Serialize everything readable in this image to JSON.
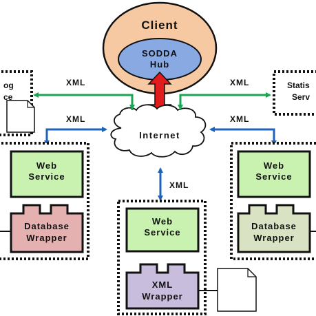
{
  "client": {
    "title": "Client",
    "hub_line1": "SODDA",
    "hub_line2": "Hub"
  },
  "internet": {
    "label": "Internet"
  },
  "xml_labels": {
    "top_left": "XML",
    "top_right": "XML",
    "mid_left": "XML",
    "mid_right": "XML",
    "bottom": "XML"
  },
  "top_left_box": {
    "line1": "og",
    "line2": "ce"
  },
  "top_right_box": {
    "line1": "Statis",
    "line2": "Serv"
  },
  "left_node": {
    "service_line1": "Web",
    "service_line2": "Service",
    "wrapper_line1": "Database",
    "wrapper_line2": "Wrapper"
  },
  "center_node": {
    "service_line1": "Web",
    "service_line2": "Service",
    "wrapper_line1": "XML",
    "wrapper_line2": "Wrapper"
  },
  "right_node": {
    "service_line1": "Web",
    "service_line2": "Service",
    "wrapper_line1": "Database",
    "wrapper_line2": "Wrapper"
  },
  "colors": {
    "client_outer": "#f6c9a3",
    "hub": "#88a9e2",
    "web_service": "#c9f2b0",
    "left_wrapper": "#e4b0b0",
    "center_wrapper": "#c9bddd",
    "right_wrapper": "#d9e3c3",
    "green_arrow": "#1aa552",
    "blue_arrow": "#1f63b8",
    "red_arrow": "#e11c1c"
  }
}
